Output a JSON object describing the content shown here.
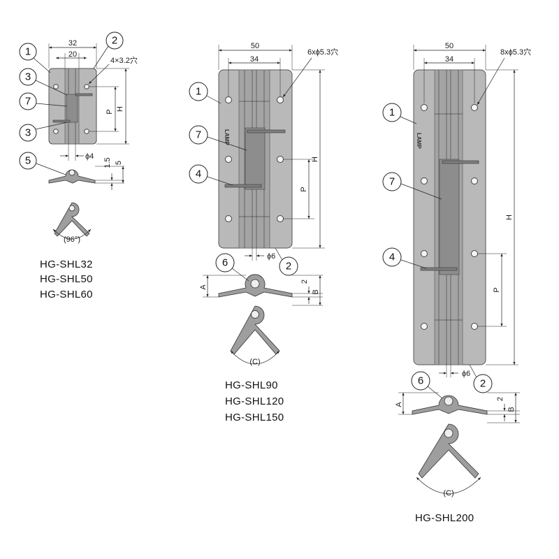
{
  "hinge_small": {
    "dim_width": "32",
    "dim_inner": "20",
    "dim_holes": "4×3.2穴",
    "dim_p": "P",
    "dim_h": "H",
    "dim_pin": "ϕ4",
    "dim_thk": "1.5",
    "dim_height": "5",
    "angle": "(96°)",
    "callouts": [
      "1",
      "2",
      "3",
      "7",
      "3",
      "5"
    ],
    "models": [
      "HG-SHL32",
      "HG-SHL50",
      "HG-SHL60"
    ]
  },
  "hinge_medium": {
    "dim_width": "50",
    "dim_inner": "34",
    "dim_holes": "6xϕ5.3穴",
    "dim_p": "P",
    "dim_h": "H",
    "dim_pin": "ϕ6",
    "dim_a": "A",
    "dim_b": "B",
    "dim_thk": "2",
    "angle": "(C)",
    "brand": "LAMP",
    "callouts": [
      "1",
      "7",
      "4",
      "2",
      "6"
    ],
    "models": [
      "HG-SHL90",
      "HG-SHL120",
      "HG-SHL150"
    ]
  },
  "hinge_large": {
    "dim_width": "50",
    "dim_inner": "34",
    "dim_holes": "8xϕ5.3穴",
    "dim_p": "P",
    "dim_h": "H",
    "dim_pin": "ϕ6",
    "dim_a": "A",
    "dim_b": "B",
    "dim_thk": "2",
    "angle": "(C)",
    "brand": "LAMP",
    "callouts": [
      "1",
      "7",
      "4",
      "2",
      "6"
    ],
    "models": [
      "HG-SHL200"
    ]
  }
}
